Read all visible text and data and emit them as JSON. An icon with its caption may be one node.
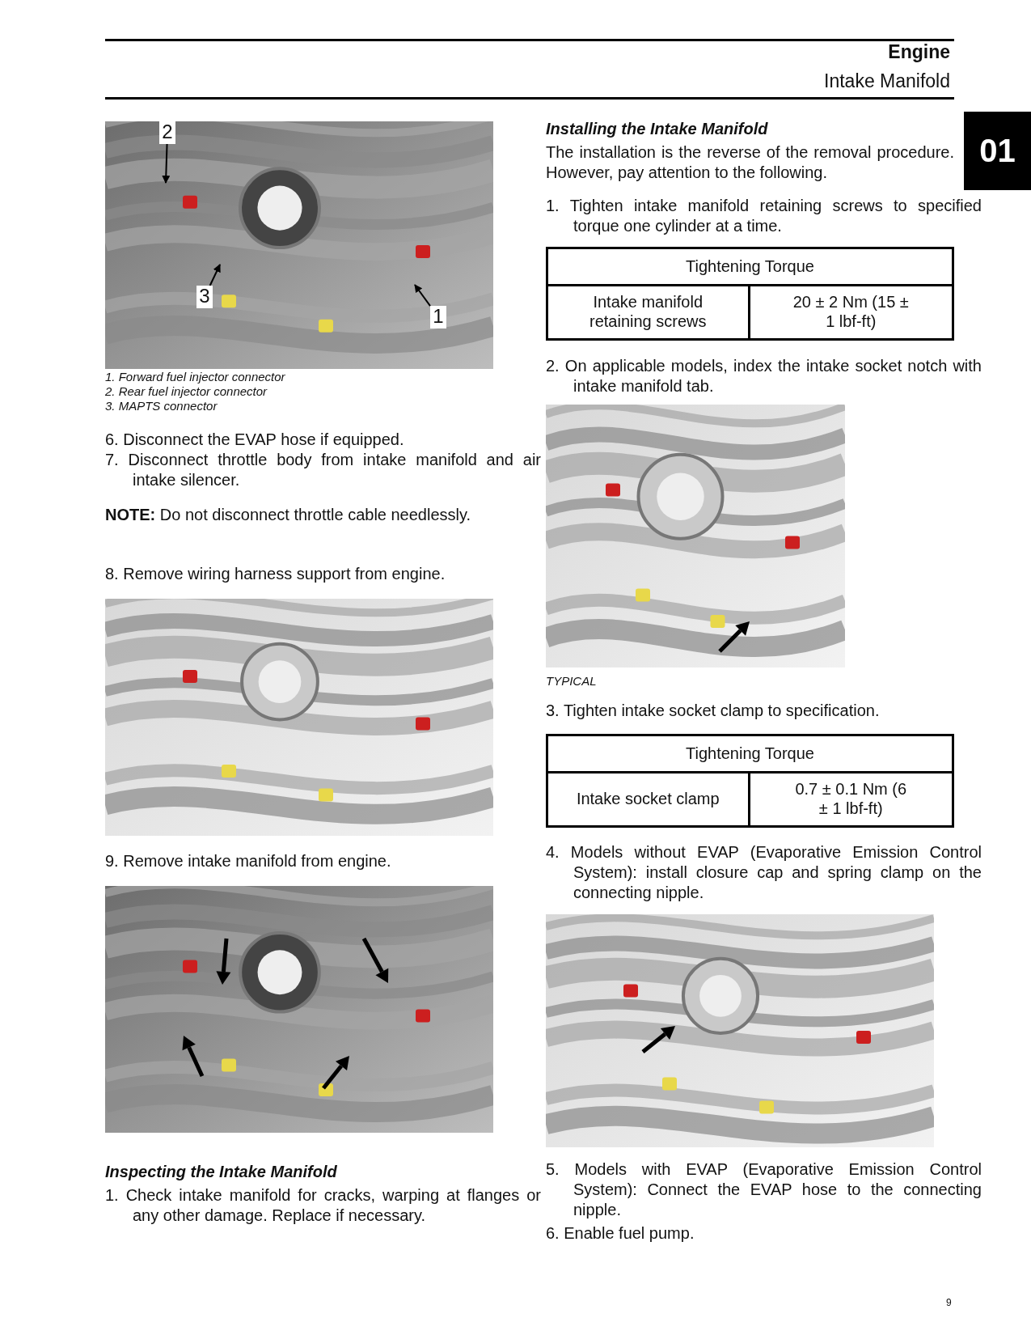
{
  "diagram": {
    "nodes": [
      {
        "text": [
          "2"
        ]
      },
      {
        "text": [
          "3"
        ]
      },
      {
        "text": [
          "1"
        ]
      }
    ],
    "edges": [
      {
        "from": 0,
        "to": null,
        "arrow": "to"
      },
      {
        "from": 1,
        "to": null,
        "arrow": "to"
      },
      {
        "from": 2,
        "to": null,
        "arrow": "to"
      }
    ],
    "labels": [
      "Engine",
      "Intake Manifold",
      "01",
      "1. Forward fuel injector connector",
      "2. Rear fuel injector connector",
      "3. MAPTS connector",
      "6. Disconnect the EVAP hose if equipped.",
      "7. Disconnect throttle body from intake manifold and air intake silencer.",
      "**NOTE:** Do not disconnect throttle cable needlessly.",
      "8. Remove wiring harness support from engine.",
      "9. Remove intake manifold from engine.",
      "Inspecting the Intake Manifold",
      "1. Check intake manifold for cracks, warping at flanges or any other damage. Replace if necessary.",
      "Installing the Intake Manifold",
      "The installation is the reverse of the removal procedure. However, pay attention to the following.",
      "1. Tighten intake manifold retaining screws to specified torque one cylinder at a time.",
      "Tightening Torque",
      "Intake manifold retaining screws",
      "20 ± 2 Nm (15 ± 1 lbf-ft)",
      "2. On applicable models, index the intake socket notch with intake manifold tab.",
      "TYPICAL",
      "3. Tighten intake socket clamp to specification.",
      "Tightening Torque",
      "Intake socket clamp",
      "0.7 ± 0.1 Nm (6 ± 1 lbf-ft)",
      "4. Models without EVAP (Evaporative Emission Control System): install closure cap and spring clamp on the connecting nipple.",
      "5. Models with EVAP (Evaporative Emission Control System): Connect the EVAP hose to the connecting nipple.",
      "6. Enable fuel pump.",
      "9"
    ]
  }
}
